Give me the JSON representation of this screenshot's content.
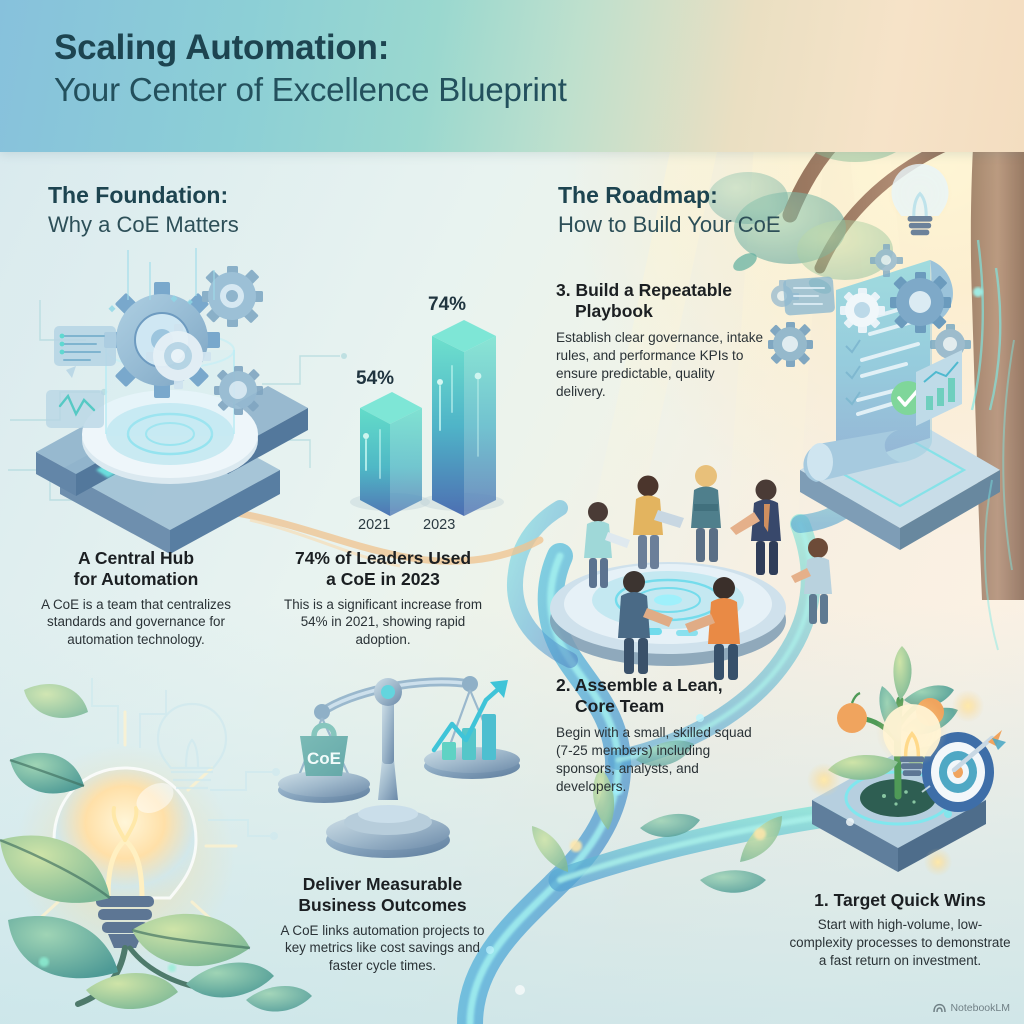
{
  "header": {
    "title_line1": "Scaling Automation:",
    "title_line2": "Your Center of Excellence Blueprint",
    "gradient_start": "#87c1dc",
    "gradient_end": "#f3ddc0"
  },
  "sections": {
    "foundation": {
      "heading": "The Foundation:",
      "subheading": "Why a CoE Matters"
    },
    "roadmap": {
      "heading": "The Roadmap:",
      "subheading": "How to Build Your CoE"
    }
  },
  "blocks": {
    "hub": {
      "title_line1": "A Central Hub",
      "title_line2": "for Automation",
      "body": "A CoE is a team that centralizes standards and governance for automation technology."
    },
    "stat": {
      "title_line1": "74% of Leaders Used",
      "title_line2": "a CoE in 2023",
      "body": "This is a significant increase from 54% in 2021, showing rapid adoption."
    },
    "outcomes": {
      "title_line1": "Deliver Measurable",
      "title_line2": "Business Outcomes",
      "body": "A CoE links automation projects to key metrics like cost savings and faster cycle times."
    },
    "step3": {
      "title_line1": "3. Build a Repeatable",
      "title_line2": "Playbook",
      "body": "Establish clear governance, intake rules, and performance KPIs to ensure predictable, quality delivery."
    },
    "step2": {
      "title_line1": "2. Assemble a Lean,",
      "title_line2": "Core Team",
      "body": "Begin with a small, skilled squad (7-25 members) including sponsors, analysts, and developers."
    },
    "step1": {
      "title_line1": "1. Target Quick Wins",
      "body": "Start with high-volume, low-complexity processes to demonstrate a fast return on investment."
    }
  },
  "illustrations": {
    "hub_icon": "isometric-automation-hub",
    "scale_icon": "balance-scale-coe",
    "scale_weight_label": "CoE",
    "team_icon": "team-on-platform",
    "playbook_icon": "playbook-scroll",
    "plant_icon": "growing-plant-target",
    "lightbulb_icon": "glowing-lightbulb",
    "tree_icon": "sunlit-tree"
  },
  "chart_data": {
    "type": "bar",
    "title": "74% of Leaders Used a CoE in 2023",
    "categories": [
      "2021",
      "2023"
    ],
    "values": [
      54,
      74
    ],
    "value_labels": [
      "54%",
      "74%"
    ],
    "xlabel": "",
    "ylabel": "",
    "ylim": [
      0,
      100
    ],
    "grid": false,
    "legend": null,
    "bar_colors": [
      "#4fc7bd",
      "#47b7c9"
    ]
  },
  "watermark": {
    "label": "NotebookLM"
  }
}
